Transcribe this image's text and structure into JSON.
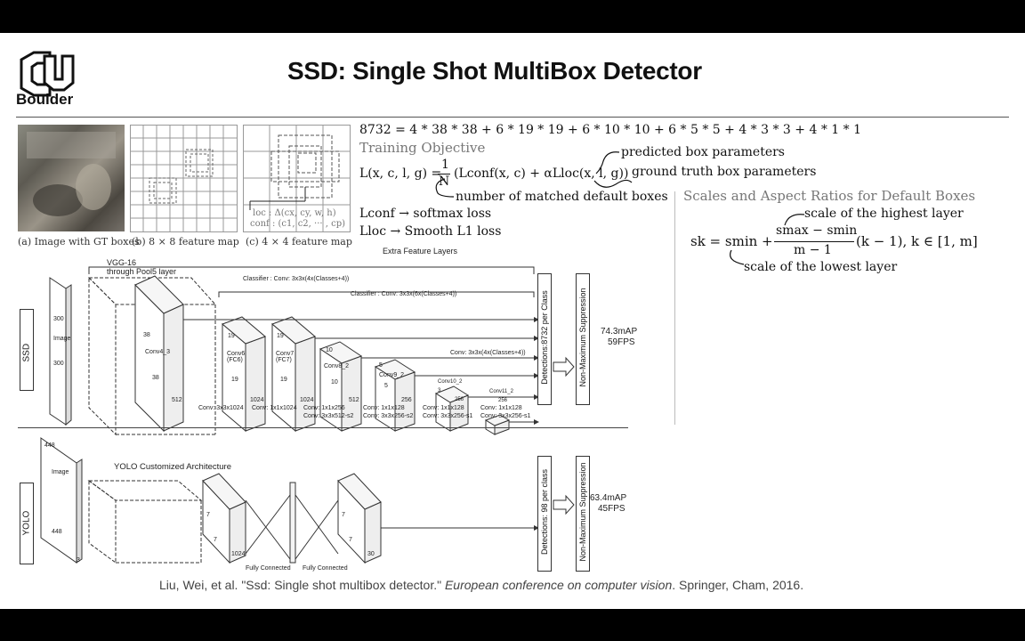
{
  "logo": {
    "word": "Boulder",
    "monogram": "CU"
  },
  "slide_title": "SSD: Single Shot MultiBox Detector",
  "figures": {
    "cap_a": "(a) Image with GT boxes",
    "cap_b": "(b) 8 × 8 feature map",
    "cap_c": "(c) 4 × 4 feature map",
    "loc_label": "loc : Δ(cx, cy, w, h)",
    "conf_label": "conf : (c1, c2, ··· , cp)"
  },
  "math": {
    "count_eq": "8732 = 4 * 38 * 38 + 6 * 19 * 19 + 6 * 10 * 10 + 6 * 5 * 5 + 4 * 3 * 3 + 4 * 1 * 1",
    "training_objective": "Training Objective",
    "predicted": "predicted box parameters",
    "loss_eq_left": "L(x, c, l, g) =",
    "loss_frac_num": "1",
    "loss_frac_den": "N",
    "loss_eq_right": "(Lconf(x, c) + αLloc(x, l, g))",
    "ground_truth": "ground truth box parameters",
    "matched": "number of matched default boxes",
    "lconf": "Lconf → softmax loss",
    "lloc": "Lloc → Smooth L1 loss",
    "scales_title": "Scales and Aspect Ratios for Default Boxes",
    "highest": "scale of the highest layer",
    "sk_left": "sk = smin +",
    "sk_num": "smax − smin",
    "sk_den": "m − 1",
    "sk_right": "(k − 1),    k ∈ [1, m]",
    "lowest": "scale of the lowest layer"
  },
  "ssd": {
    "side_label": "SSD",
    "vgg": "VGG-16",
    "vgg2": "through Pool5 layer",
    "extra": "Extra Feature Layers",
    "classifier1": "Classifier : Conv: 3x3x(4x(Classes+4))",
    "classifier2": "Classifier : Conv: 3x3x(6x(Classes+4))",
    "classifier3": "Conv: 3x3x(4x(Classes+4))",
    "image_label": "Image",
    "image_300a": "300",
    "image_300b": "300",
    "conv4": "Conv4_3",
    "d38a": "38",
    "d38b": "38",
    "d512": "512",
    "conv6": "Conv6 (FC6)",
    "conv7": "Conv7 (FC7)",
    "d19a": "19",
    "d19b": "19",
    "d19c": "19",
    "d19d": "19",
    "d1024a": "1024",
    "d1024b": "1024",
    "conv8": "Conv8_2",
    "d10a": "10",
    "d10b": "10",
    "d512b": "512",
    "conv9": "Conv9_2",
    "d5a": "5",
    "d5b": "5",
    "d256a": "256",
    "conv10": "Conv10_2",
    "d3": "3",
    "d256b": "256",
    "conv11": "Conv11_2",
    "d256c": "256",
    "bl1": "Conv: 3x3x1024",
    "bl2": "Conv: 1x1x1024",
    "bl3": "Conv: 1x1x256",
    "bl3b": "Conv: 3x3x512-s2",
    "bl4": "Conv: 1x1x128",
    "bl4b": "Conv: 3x3x256-s2",
    "bl5": "Conv: 1x1x128",
    "bl5b": "Conv: 3x3x256-s1",
    "bl6": "Conv: 1x1x128",
    "bl6b": "Conv: 3x3x256-s1",
    "detections": "Detections:8732 per Class",
    "nms": "Non-Maximum Suppression",
    "map": "74.3mAP",
    "fps": "59FPS"
  },
  "yolo": {
    "side_label": "YOLO",
    "arch": "YOLO Customized Architecture",
    "d448a": "448",
    "image_label": "Image",
    "d448b": "448",
    "d3": "3",
    "d7a": "7",
    "d7b": "7",
    "d1024": "1024",
    "fc1": "Fully Connected",
    "fc2": "Fully Connected",
    "d7c": "7",
    "d7d": "7",
    "d30": "30",
    "detections": "Detections: 98 per class",
    "nms": "Non-Maximum Suppression",
    "map": "63.4mAP",
    "fps": "45FPS"
  },
  "citation_plain": "Liu, Wei, et al. \"Ssd: Single shot multibox detector.\" ",
  "citation_italic": "European conference on computer vision",
  "citation_tail": ". Springer, Cham, 2016."
}
